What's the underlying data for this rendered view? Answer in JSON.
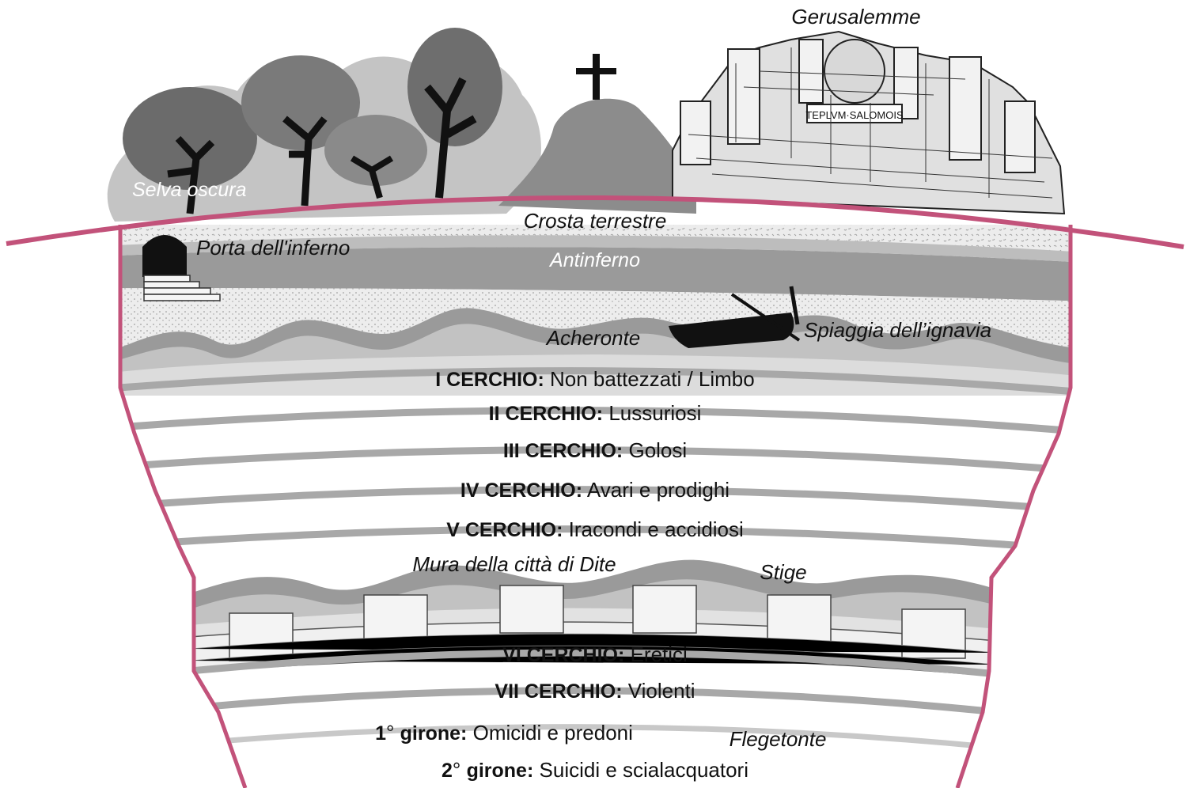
{
  "surface": {
    "forest": "Selva oscura",
    "city": "Gerusalemme",
    "temple_inscription": "TEPLVM·SALOMOIS"
  },
  "layers": {
    "crust": "Crosta terrestre",
    "gate": "Porta dell'inferno",
    "antinferno": "Antinferno",
    "acheronte": "Acheronte",
    "beach": "Spiaggia dell’ignavia",
    "dis_walls": "Mura della città di Dite",
    "stige": "Stige",
    "flegetonte": "Flegetonte"
  },
  "circles": [
    {
      "name": "I CERCHIO:",
      "desc": "Non battezzati / Limbo"
    },
    {
      "name": "II CERCHIO:",
      "desc": "Lussuriosi"
    },
    {
      "name": "III CERCHIO:",
      "desc": "Golosi"
    },
    {
      "name": "IV CERCHIO:",
      "desc": "Avari e prodighi"
    },
    {
      "name": "V CERCHIO:",
      "desc": "Iracondi e accidiosi"
    },
    {
      "name": "VI CERCHIO:",
      "desc": "Eretici"
    },
    {
      "name": "VII CERCHIO:",
      "desc": "Violenti"
    }
  ],
  "gironi": [
    {
      "num": "1",
      "deg": "°",
      "name": "girone:",
      "desc": "Omicidi e predoni"
    },
    {
      "num": "2",
      "deg": "°",
      "name": "girone:",
      "desc": "Suicidi e scialacquatori"
    }
  ],
  "colors": {
    "outline": "#c2527a",
    "band_dark": "#9a9a9a",
    "band_mid": "#b9b9b9",
    "band_light": "#d6d6d6",
    "crust": "#e8e8e8"
  }
}
